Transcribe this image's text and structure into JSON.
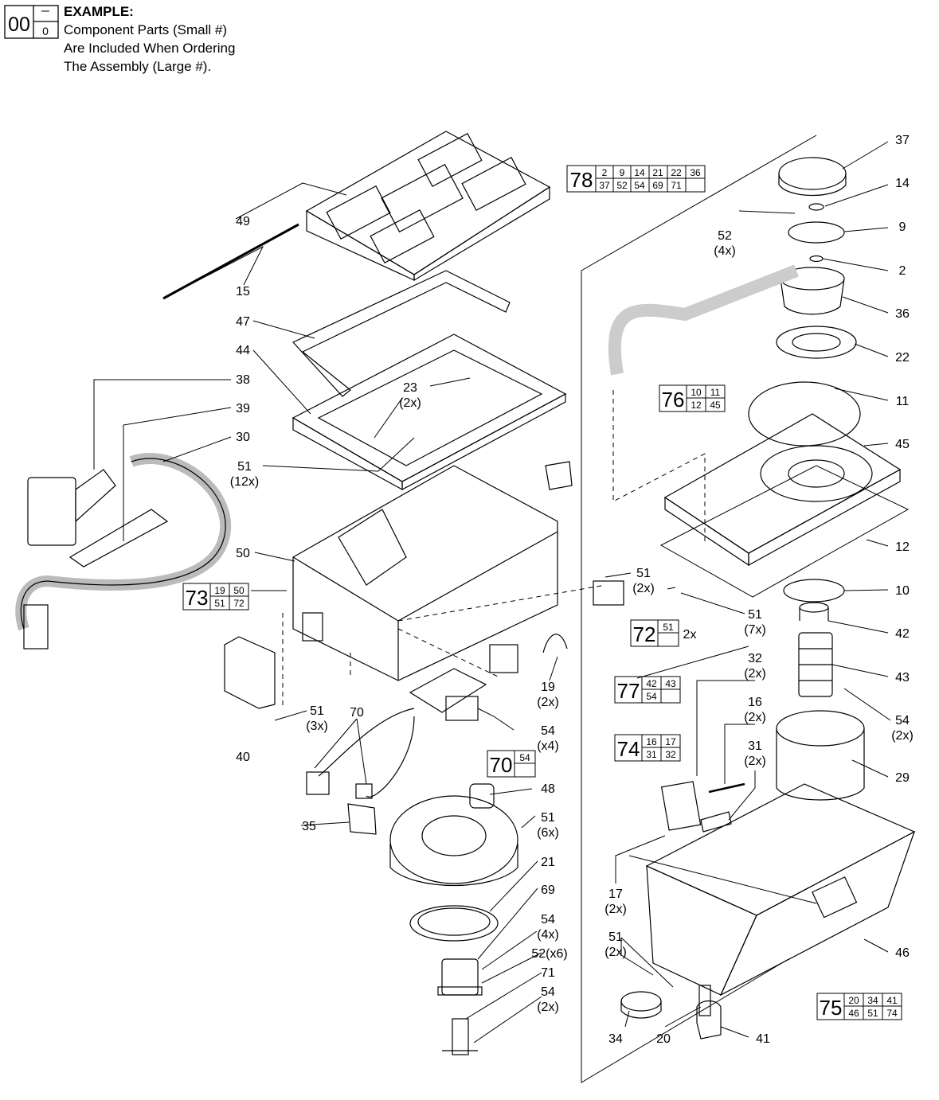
{
  "example": {
    "big_number": "00",
    "small_number": "0",
    "heading": "EXAMPLE:",
    "lines": [
      "Component Parts (Small #)",
      "Are Included When Ordering",
      "The Assembly (Large #)."
    ]
  },
  "callouts": [
    {
      "num": "37"
    },
    {
      "num": "14"
    },
    {
      "num": "9"
    },
    {
      "num": "2"
    },
    {
      "num": "36"
    },
    {
      "num": "22"
    },
    {
      "num": "11"
    },
    {
      "num": "45"
    },
    {
      "num": "12"
    },
    {
      "num": "10"
    },
    {
      "num": "42"
    },
    {
      "num": "43"
    },
    {
      "num": "54",
      "qty": "(2x)"
    },
    {
      "num": "29"
    },
    {
      "num": "46"
    },
    {
      "num": "41"
    },
    {
      "num": "20"
    },
    {
      "num": "34"
    },
    {
      "num": "51",
      "qty": "(2x)"
    },
    {
      "num": "17",
      "qty": "(2x)"
    },
    {
      "num": "31",
      "qty": "(2x)"
    },
    {
      "num": "16",
      "qty": "(2x)"
    },
    {
      "num": "32",
      "qty": "(2x)"
    },
    {
      "num": "51",
      "qty": "(7x)"
    },
    {
      "num": "51",
      "qty": "(2x)"
    },
    {
      "num": "52",
      "qty": "(4x)"
    },
    {
      "num": "49"
    },
    {
      "num": "15"
    },
    {
      "num": "47"
    },
    {
      "num": "44"
    },
    {
      "num": "23",
      "qty": "(2x)"
    },
    {
      "num": "38"
    },
    {
      "num": "39"
    },
    {
      "num": "30"
    },
    {
      "num": "51",
      "qty": "(12x)"
    },
    {
      "num": "50"
    },
    {
      "num": "19",
      "qty": "(2x)"
    },
    {
      "num": "51",
      "qty": "(3x)"
    },
    {
      "num": "40"
    },
    {
      "num": "70"
    },
    {
      "num": "54",
      "qty": "(x4)"
    },
    {
      "num": "35"
    },
    {
      "num": "48"
    },
    {
      "num": "51",
      "qty": "(6x)"
    },
    {
      "num": "21"
    },
    {
      "num": "69"
    },
    {
      "num": "54",
      "qty": "(4x)"
    },
    {
      "num": "52(x6)"
    },
    {
      "num": "71"
    },
    {
      "num": "54",
      "qty": "(2x)"
    }
  ],
  "assemblies": [
    {
      "num": "78",
      "parts": [
        "2",
        "9",
        "14",
        "21",
        "22",
        "36",
        "37",
        "52",
        "54",
        "69",
        "71",
        ""
      ]
    },
    {
      "num": "76",
      "parts": [
        "10",
        "11",
        "12",
        "45"
      ]
    },
    {
      "num": "73",
      "parts": [
        "19",
        "50",
        "51",
        "72"
      ]
    },
    {
      "num": "72",
      "parts": [
        "51"
      ],
      "suffix": "2x"
    },
    {
      "num": "77",
      "parts": [
        "42",
        "43",
        "54",
        ""
      ]
    },
    {
      "num": "74",
      "parts": [
        "16",
        "17",
        "31",
        "32"
      ]
    },
    {
      "num": "70",
      "parts": [
        "54"
      ]
    },
    {
      "num": "75",
      "parts": [
        "20",
        "34",
        "41",
        "46",
        "51",
        "74"
      ]
    }
  ]
}
